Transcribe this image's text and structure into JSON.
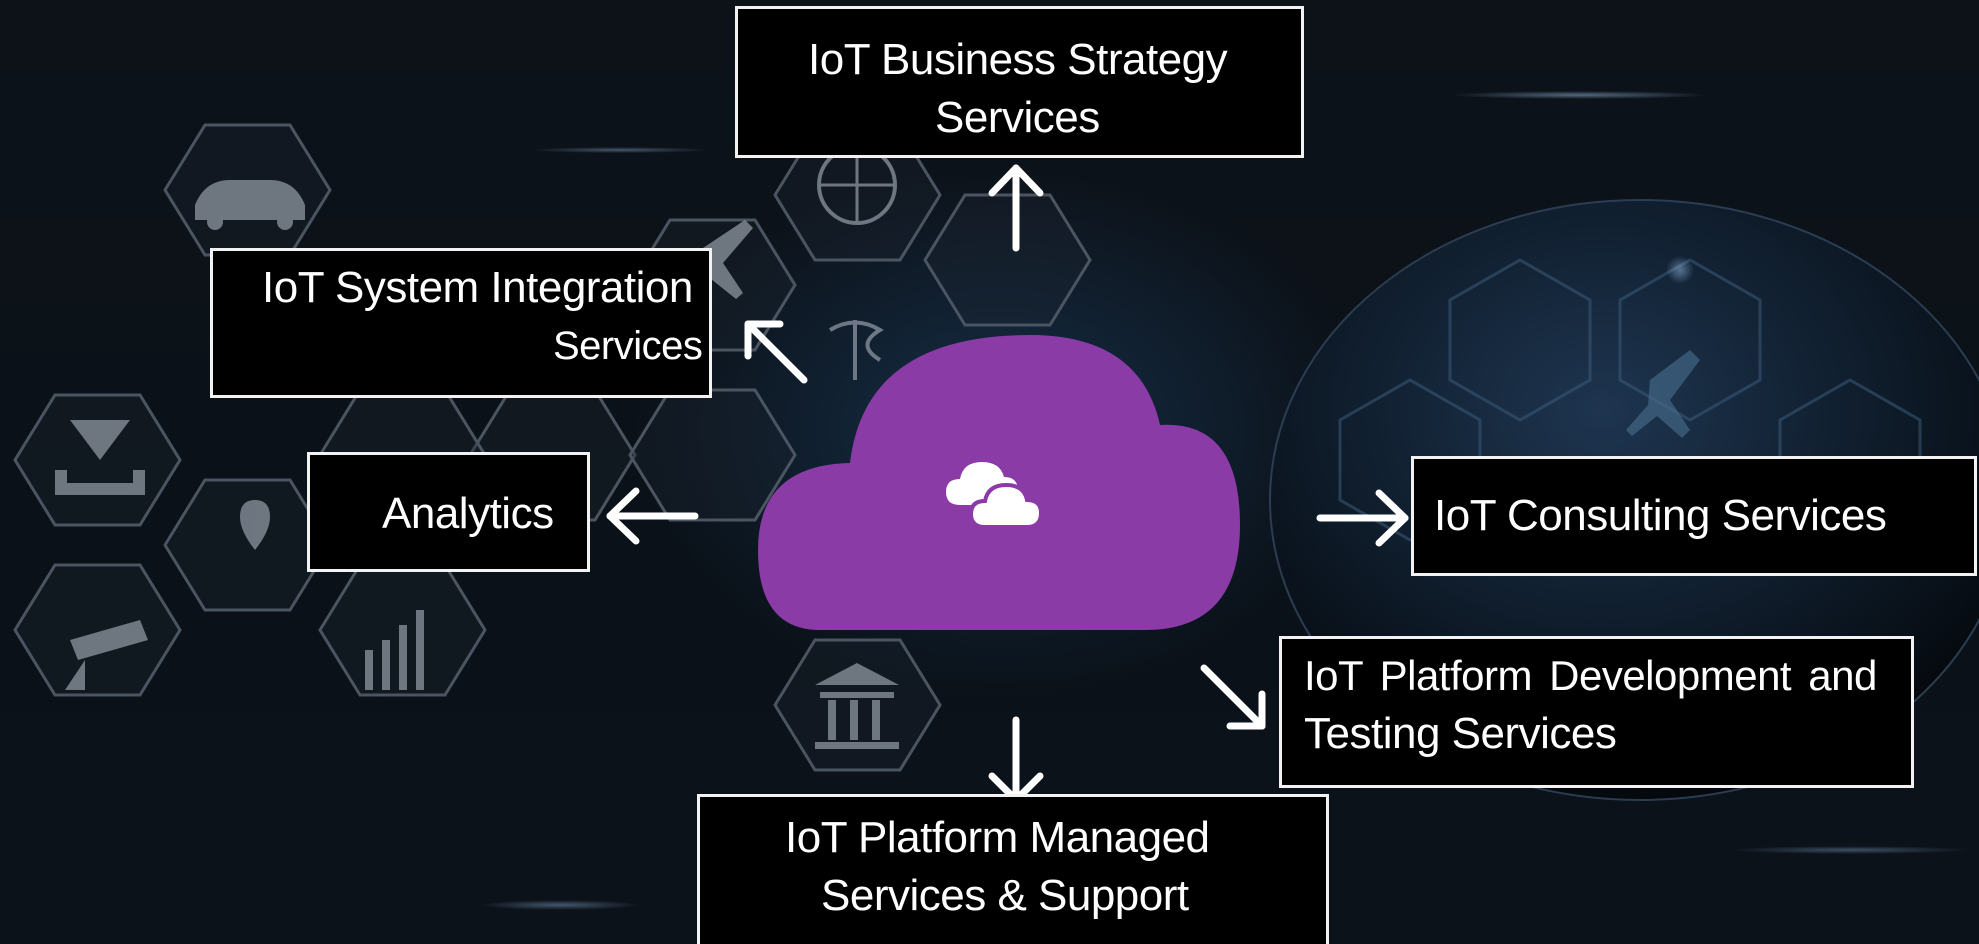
{
  "center": {
    "shape": "cloud",
    "color": "#8a3ba6",
    "icon": "cloud-icon"
  },
  "services": {
    "business_strategy": {
      "line1": "IoT Business Strategy",
      "line2": "Services"
    },
    "system_integration": {
      "line1": "IoT System Integration",
      "line2": "Services"
    },
    "analytics": {
      "line1": "Analytics"
    },
    "consulting": {
      "line1": "IoT Consulting Services"
    },
    "platform_dev": {
      "line1": "IoT Platform Development and",
      "line2": "Testing Services"
    },
    "managed": {
      "line1": "IoT Platform Managed",
      "line2": "Services & Support"
    }
  },
  "colors": {
    "box_border": "#f2f2f2",
    "box_fill": "#000000",
    "arrow": "#ffffff",
    "background": "#0b1016"
  },
  "background_icons": [
    "car-icon",
    "airplane-icon",
    "globe-icon",
    "caduceus-icon",
    "download-icon",
    "map-pin-icon",
    "cctv-camera-icon",
    "bar-chart-icon",
    "bank-icon",
    "people-icon",
    "phone-icon",
    "shopping-cart-icon"
  ]
}
